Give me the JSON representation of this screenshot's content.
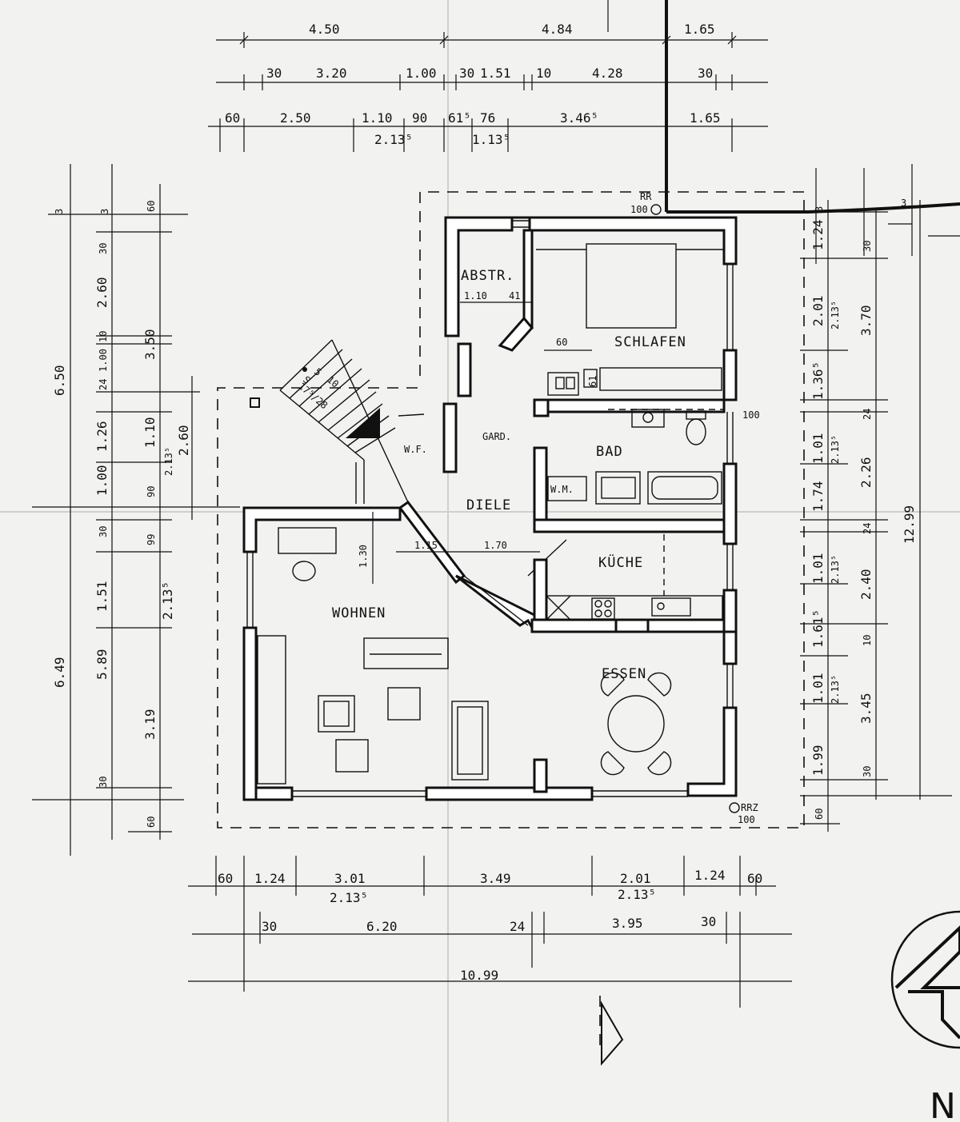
{
  "top_dims": {
    "row1": [
      "4.50",
      "4.84",
      "1.65"
    ],
    "row2": [
      "30",
      "3.20",
      "1.00",
      "30",
      "1.51",
      "10",
      "4.28",
      "30"
    ],
    "row3": [
      "60",
      "2.50",
      "1.10",
      "90",
      "61⁵",
      "76",
      "3.46⁵",
      "1.65"
    ],
    "row3_sub": [
      "2.13⁵",
      "1.13⁵"
    ]
  },
  "left_dims": {
    "outer": [
      "6.50",
      "6.49"
    ],
    "mid": [
      "3",
      "30",
      "2.60",
      "10",
      "24",
      "1.00",
      "1.26",
      "1.00",
      "30",
      "1.51",
      "5.89",
      "30"
    ],
    "inner": [
      "3",
      "60",
      "3.50",
      "1.10",
      "2.13⁵",
      "2.60",
      "90",
      "99",
      "2.13⁵",
      "3.19",
      "60"
    ]
  },
  "right_dims": {
    "col1": [
      "3",
      "1.24",
      "2.01",
      "2.13⁵",
      "1.36⁵",
      "1.01",
      "2.13⁵",
      "1.74",
      "1.01",
      "2.13⁵",
      "1.61⁵",
      "1.01",
      "2.13⁵",
      "1.99",
      "60"
    ],
    "col2": [
      "30",
      "3.70",
      "24",
      "2.26",
      "24",
      "2.40",
      "10",
      "3.45",
      "30"
    ],
    "col3": [
      "3",
      "12.99"
    ]
  },
  "bottom_dims": {
    "row1": [
      "60",
      "1.24",
      "3.01",
      "3.49",
      "2.01",
      "1.24",
      "60"
    ],
    "row1_sub": [
      "2.13⁵",
      "2.13⁵"
    ],
    "row2": [
      "30",
      "6.20",
      "24",
      "3.95",
      "30"
    ],
    "total": "10.99"
  },
  "rooms": {
    "abstr": "ABSTR.",
    "schlafen": "SCHLAFEN",
    "bad": "BAD",
    "diele": "DIELE",
    "kueche": "KÜCHE",
    "wohnen": "WOHNEN",
    "essen": "ESSEN",
    "wf": "W.F.",
    "gard": "GARD.",
    "wm": "W.M."
  },
  "interior_dims": [
    "1.10",
    "41",
    "60",
    "61",
    "1.30",
    "1.15",
    "1.70",
    "100"
  ],
  "stairs": [
    "S",
    "5",
    "10",
    "17⁵/28"
  ],
  "pipes": [
    "RR",
    "100",
    "RRZ",
    "100"
  ],
  "north": "N"
}
